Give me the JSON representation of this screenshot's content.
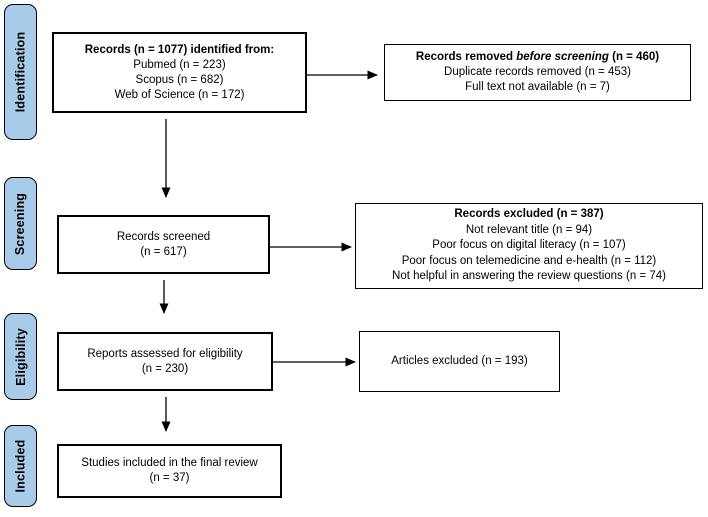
{
  "figure": {
    "kind": "PRISMA flow diagram",
    "background_color": "#ffffff",
    "stage_fill_color": "#A9CBEA",
    "border_color": "#000000",
    "text_color": "#000000"
  },
  "stages": [
    {
      "label": "Identification"
    },
    {
      "label": "Screening"
    },
    {
      "label": "Eligibility"
    },
    {
      "label": "Included"
    }
  ],
  "boxes": {
    "identified": {
      "title": "Records (n = 1077) identified from:",
      "lines": [
        "Pubmed (n = 223)",
        "Scopus (n = 682)",
        "Web of Science (n = 172)"
      ]
    },
    "removed": {
      "title_parts": {
        "prefix": "Records removed ",
        "italic": "before screening",
        "suffix": " (n = 460)"
      },
      "lines": [
        "Duplicate records removed (n = 453)",
        "Full text not available (n = 7)"
      ]
    },
    "screened": {
      "lines": [
        "Records screened",
        "(n = 617)"
      ]
    },
    "excluded": {
      "title": "Records excluded (n = 387)",
      "lines": [
        "Not relevant title (n = 94)",
        "Poor focus on digital literacy (n = 107)",
        "Poor focus on telemedicine and e-health (n = 112)",
        "Not helpful in answering the review questions (n = 74)"
      ]
    },
    "assessed": {
      "lines": [
        "Reports assessed for eligibility",
        "(n = 230)"
      ]
    },
    "articles_excluded": {
      "lines": [
        "Articles excluded (n = 193)"
      ]
    },
    "included": {
      "lines": [
        "Studies included in the final review",
        "(n = 37)"
      ]
    }
  }
}
